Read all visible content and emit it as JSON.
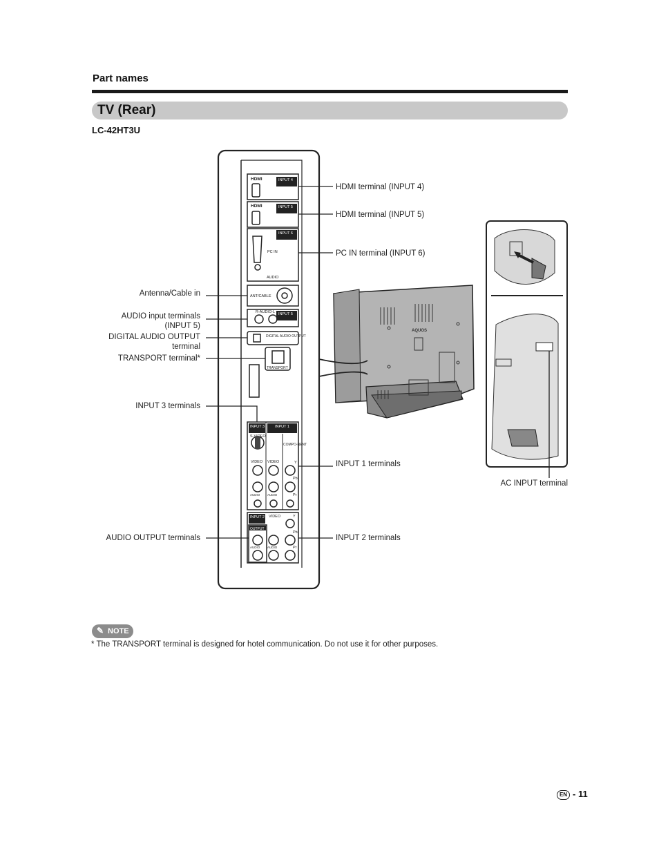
{
  "header": {
    "section": "Part names",
    "title": "TV (Rear)",
    "model": "LC-42HT3U"
  },
  "panel": {
    "hdmi_logo": "HDMI",
    "input4_tag": "INPUT 4",
    "input5_tag": "INPUT 5",
    "input6_tag": "INPUT 6",
    "pc_in": "PC IN",
    "audio": "AUDIO",
    "ant_cable": "ANT/CABLE",
    "r_audio_l": "R-AUDIO-L",
    "digital_audio_output": "DIGITAL AUDIO OUTPUT",
    "transport": "TRANSPORT",
    "input3_tag": "INPUT 3",
    "input1_tag": "INPUT 1",
    "input2_tag": "INPUT 2",
    "s_video": "S-VIDEO",
    "video": "VIDEO",
    "component": "COMPO-NENT",
    "output": "OUTPUT",
    "y": "Y",
    "pb": "Pb",
    "pr": "Pr",
    "tv_logo": "AQUOS"
  },
  "labels": {
    "hdmi4": "HDMI terminal (INPUT 4)",
    "hdmi5": "HDMI terminal (INPUT 5)",
    "pcin": "PC IN terminal (INPUT 6)",
    "antenna": "Antenna/Cable in",
    "audio_in_1": "AUDIO input terminals",
    "audio_in_2": "(INPUT 5)",
    "digital_1": "DIGITAL AUDIO OUTPUT",
    "digital_2": "terminal",
    "transport": "TRANSPORT terminal*",
    "input3": "INPUT 3 terminals",
    "input1": "INPUT 1  terminals",
    "ac_input": "AC INPUT terminal",
    "audio_out": "AUDIO OUTPUT terminals",
    "input2": "INPUT 2 terminals"
  },
  "note": {
    "badge": "NOTE",
    "text": "*   The TRANSPORT terminal is designed for hotel communication. Do not use it for other purposes."
  },
  "footer": {
    "lang": "EN",
    "page": "- 11"
  }
}
